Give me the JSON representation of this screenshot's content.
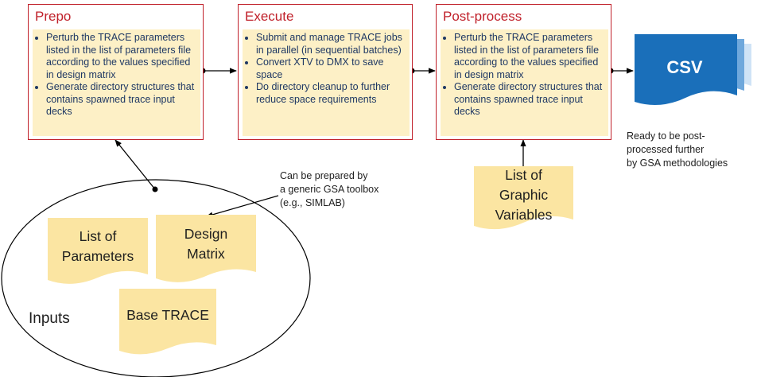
{
  "steps": {
    "prepo": {
      "title": "Prepo",
      "items": [
        "Perturb the TRACE parameters listed in the list of parameters file according to the values specified in design matrix",
        "Generate directory structures that contains spawned trace input decks"
      ]
    },
    "execute": {
      "title": "Execute",
      "items": [
        "Submit and manage TRACE jobs in parallel (in sequential batches)",
        "Convert XTV to DMX to save space",
        "Do directory cleanup to further reduce space requirements"
      ]
    },
    "postprocess": {
      "title": "Post-process",
      "items": [
        "Perturb the TRACE parameters listed in the list of parameters file according to the values specified in design matrix",
        "Generate directory structures that contains spawned trace input decks"
      ]
    }
  },
  "output": {
    "label": "CSV",
    "note": [
      "Ready to be post-",
      "processed  further",
      "by GSA methodologies"
    ]
  },
  "toolbox_note": [
    "Can be prepared  by",
    "a generic  GSA toolbox",
    "(e.g., SIMLAB)"
  ],
  "graphic_variables": {
    "label_lines": [
      "List of",
      "Graphic",
      "Variables"
    ]
  },
  "inputs": {
    "label": "Inputs",
    "list_of_parameters": [
      "List",
      "of",
      "Parameters"
    ],
    "design_matrix": [
      "Design",
      "Matrix"
    ],
    "base_trace": "Base TRACE"
  },
  "colors": {
    "box_border": "#c0202a",
    "note_fill": "#fdf0c6",
    "doc_fill": "#fbe5a2",
    "body_text": "#1f3864",
    "csv_fill": "#1a6fba"
  }
}
